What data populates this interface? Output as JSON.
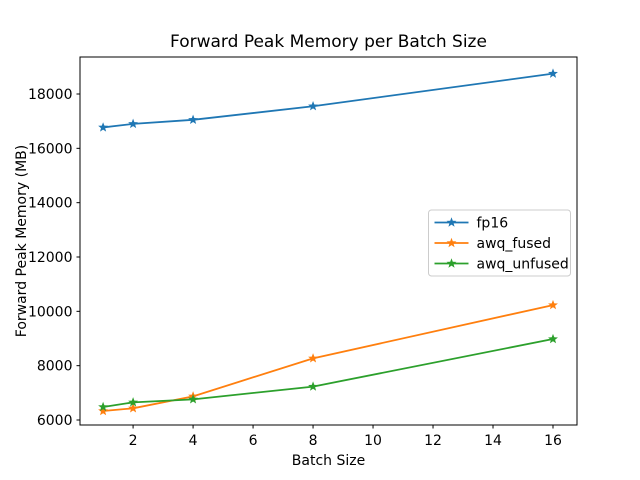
{
  "figure": {
    "title": "Forward Peak Memory per Batch Size"
  },
  "chart_data": {
    "type": "line",
    "title": "Forward Peak Memory per Batch Size",
    "xlabel": "Batch Size",
    "ylabel": "Forward Peak Memory (MB)",
    "x": [
      1,
      2,
      4,
      8,
      16
    ],
    "series": [
      {
        "name": "fp16",
        "color": "#1f77b4",
        "marker": "star",
        "values": [
          16770,
          16900,
          17050,
          17550,
          18750
        ]
      },
      {
        "name": "awq_fused",
        "color": "#ff7f0e",
        "marker": "star",
        "values": [
          6330,
          6430,
          6870,
          8270,
          10230
        ]
      },
      {
        "name": "awq_unfused",
        "color": "#2ca02c",
        "marker": "star",
        "values": [
          6480,
          6650,
          6760,
          7230,
          8980
        ]
      }
    ],
    "xticks": [
      2,
      4,
      6,
      8,
      10,
      12,
      14,
      16
    ],
    "yticks": [
      6000,
      8000,
      10000,
      12000,
      14000,
      16000,
      18000
    ],
    "xlim": [
      0.23,
      16.8
    ],
    "ylim": [
      5816,
      19362
    ],
    "grid": false,
    "legend": {
      "position": "center-right",
      "entries": [
        "fp16",
        "awq_fused",
        "awq_unfused"
      ]
    },
    "colors": {
      "spine": "#000000",
      "legend_border": "#cccccc",
      "background": "#ffffff"
    }
  }
}
